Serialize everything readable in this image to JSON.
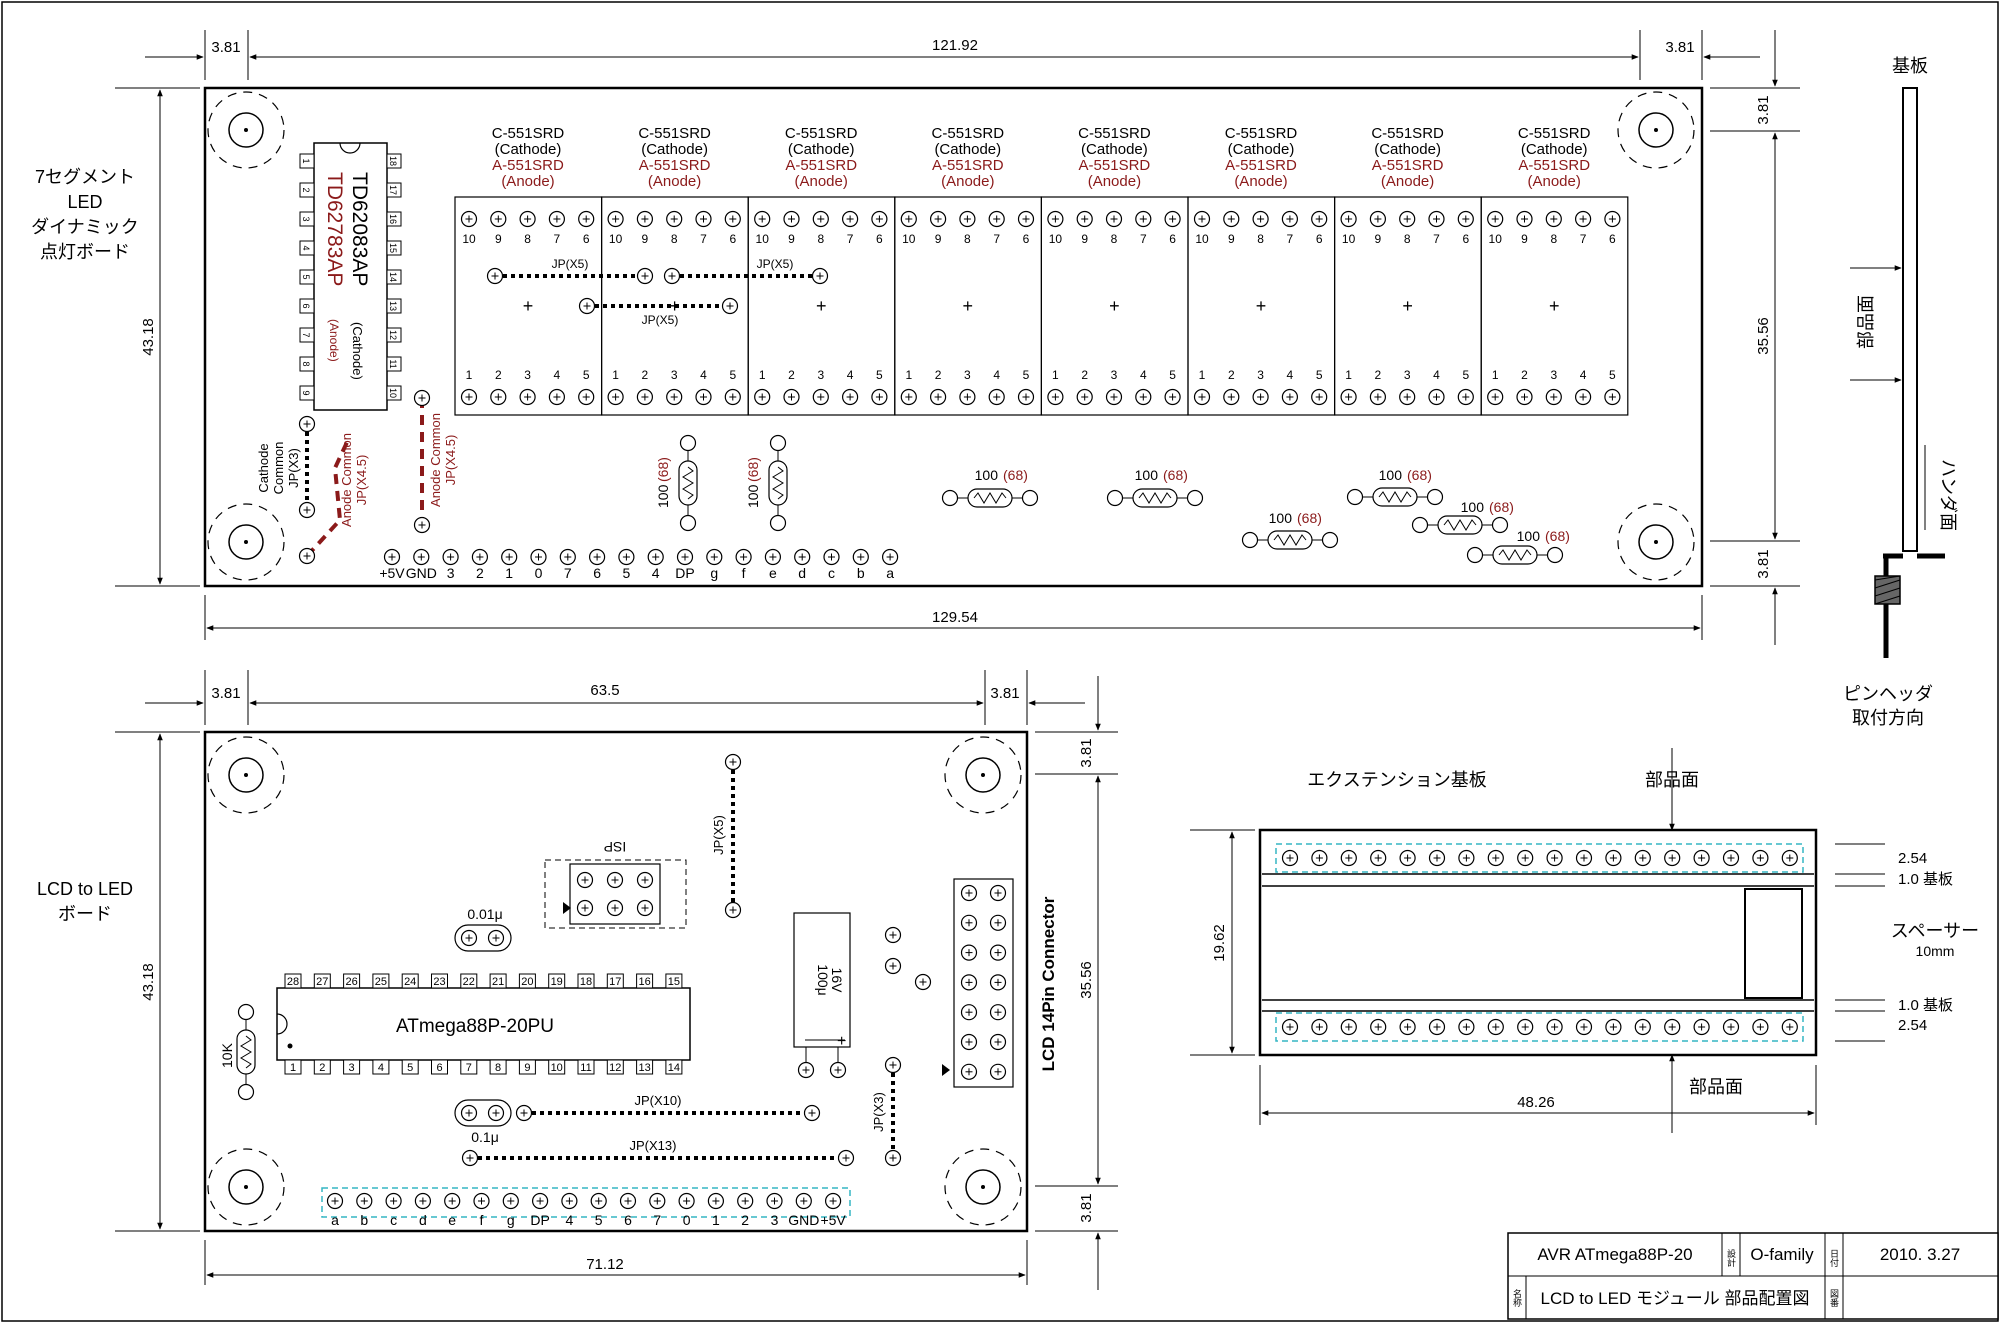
{
  "colors": {
    "line": "#000000",
    "red": "#8b1a1a",
    "dash": "#35b6c4"
  },
  "top_board": {
    "side_label": [
      "7セグメント",
      "LED",
      "ダイナミック",
      "点灯ボード"
    ],
    "ic_name_cathode": "TD62083AP",
    "ic_name_cathode_suffix": "(Cathode)",
    "ic_name_anode": "TD62783AP",
    "ic_name_anode_suffix": "(Anode)",
    "ic_pins_left": [
      "1",
      "2",
      "3",
      "4",
      "5",
      "6",
      "7",
      "8",
      "9"
    ],
    "ic_pins_right": [
      "18",
      "17",
      "16",
      "15",
      "14",
      "13",
      "12",
      "11",
      "10"
    ],
    "segment_label_cathode": "C-551SRD",
    "segment_label_cathode_sub": "(Cathode)",
    "segment_label_anode": "A-551SRD",
    "segment_label_anode_sub": "(Anode)",
    "segment_pins_top": [
      "10",
      "9",
      "8",
      "7",
      "6"
    ],
    "segment_pins_bottom": [
      "1",
      "2",
      "3",
      "4",
      "5"
    ],
    "jp_x5_a": "JP(X5)",
    "jp_x5_b": "JP(X5)",
    "jp_x5_c": "JP(X5)",
    "cathode_common": [
      "Cathode",
      "Common",
      "JP(X3)"
    ],
    "anode_common_a": [
      "Anode Common",
      "JP(X4.5)"
    ],
    "anode_common_b": [
      "Anode Common",
      "JP(X4.5)"
    ],
    "resistor_100": "100",
    "resistor_68": "(68)",
    "header_pins": [
      "+5V",
      "GND",
      "3",
      "2",
      "1",
      "0",
      "7",
      "6",
      "5",
      "4",
      "DP",
      "g",
      "f",
      "e",
      "d",
      "c",
      "b",
      "a"
    ],
    "dims": {
      "margin_left": "3.81",
      "width_inner": "121.92",
      "margin_right": "3.81",
      "height_total": "43.18",
      "height_inner": "35.56",
      "margin_top": "3.81",
      "margin_bottom": "3.81",
      "width_total": "129.54"
    }
  },
  "side_view": {
    "board_label": "基板",
    "component_side": "部品面",
    "solder_side": "ハンダ面",
    "header_direction": [
      "ピンヘッダ",
      "取付方向"
    ]
  },
  "bottom_board": {
    "side_label": [
      "LCD to LED",
      "ボード"
    ],
    "isp_label": "ISP",
    "cap_small": "0.01μ",
    "cap_small2": "0.1μ",
    "cap_big": [
      "100μ",
      "16V"
    ],
    "mcu_name": "ATmega88P-20PU",
    "mcu_pins_top": [
      "28",
      "27",
      "26",
      "25",
      "24",
      "23",
      "22",
      "21",
      "20",
      "19",
      "18",
      "17",
      "16",
      "15"
    ],
    "mcu_pins_bottom": [
      "1",
      "2",
      "3",
      "4",
      "5",
      "6",
      "7",
      "8",
      "9",
      "10",
      "11",
      "12",
      "13",
      "14"
    ],
    "pot_label": "10K",
    "jp_x5": "JP(X5)",
    "jp_x3": "JP(X3)",
    "jp_x10": "JP(X10)",
    "jp_x13": "JP(X13)",
    "connector_label": "LCD 14Pin Connector",
    "header_pins": [
      "a",
      "b",
      "c",
      "d",
      "e",
      "f",
      "g",
      "DP",
      "4",
      "5",
      "6",
      "7",
      "0",
      "1",
      "2",
      "3",
      "GND",
      "+5V"
    ],
    "dims": {
      "margin_left": "3.81",
      "width_inner": "63.5",
      "margin_right": "3.81",
      "height_total": "43.18",
      "height_inner": "35.56",
      "margin_top": "3.81",
      "margin_bottom": "3.81",
      "width_total": "71.12"
    }
  },
  "extension": {
    "title": "エクステンション基板",
    "component_side_top": "部品面",
    "component_side_bottom": "部品面",
    "spacer": "スペーサー",
    "spacer_size": "10mm",
    "dim_height": "19.62",
    "dim_width": "48.26",
    "dim_254_top": "2.54",
    "dim_10_top": "1.0 基板",
    "dim_10_bottom": "1.0 基板",
    "dim_254_bottom": "2.54"
  },
  "title_block": {
    "project": "AVR ATmega88P-20",
    "design_label": "設計",
    "designer": "O-family",
    "date_label": "日付",
    "date": "2010. 3.27",
    "name_label": "名称",
    "name": "LCD to LED モジュール 部品配置図",
    "drawing_no_label": "図番"
  }
}
